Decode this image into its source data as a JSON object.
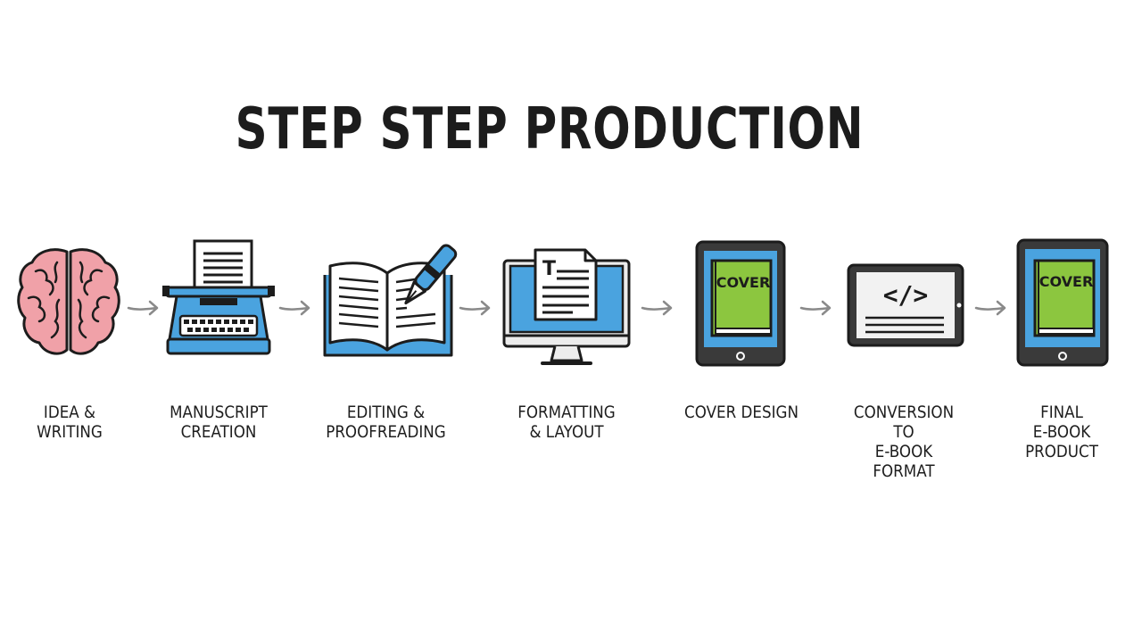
{
  "title": "STEP STEP PRODUCTION",
  "steps": [
    {
      "icon": "brain-icon",
      "label": "IDEA &\nWRITING"
    },
    {
      "icon": "typewriter-icon",
      "label": "MANUSCRIPT\nCREATION"
    },
    {
      "icon": "open-book-pen-icon",
      "label": "EDITING &\nPROOFREADING"
    },
    {
      "icon": "monitor-document-icon",
      "label": "FORMATTING\n& LAYOUT"
    },
    {
      "icon": "tablet-cover-icon",
      "label": "COVER DESIGN"
    },
    {
      "icon": "code-tablet-icon",
      "label": "CONVERSION TO\nE-BOOK FORMAT"
    },
    {
      "icon": "final-ebook-tablet-icon",
      "label": "FINAL\nE-BOOK PRODUCT"
    }
  ],
  "icon_text": {
    "cover_1": "COVER",
    "cover_2": "COVER",
    "code": "</>",
    "doc_letter": "T"
  },
  "colors": {
    "outline": "#1c1c1c",
    "blue": "#4aa3df",
    "green": "#8cc63f",
    "brain": "#f0a1a8",
    "arrow": "#8a8a8a"
  }
}
